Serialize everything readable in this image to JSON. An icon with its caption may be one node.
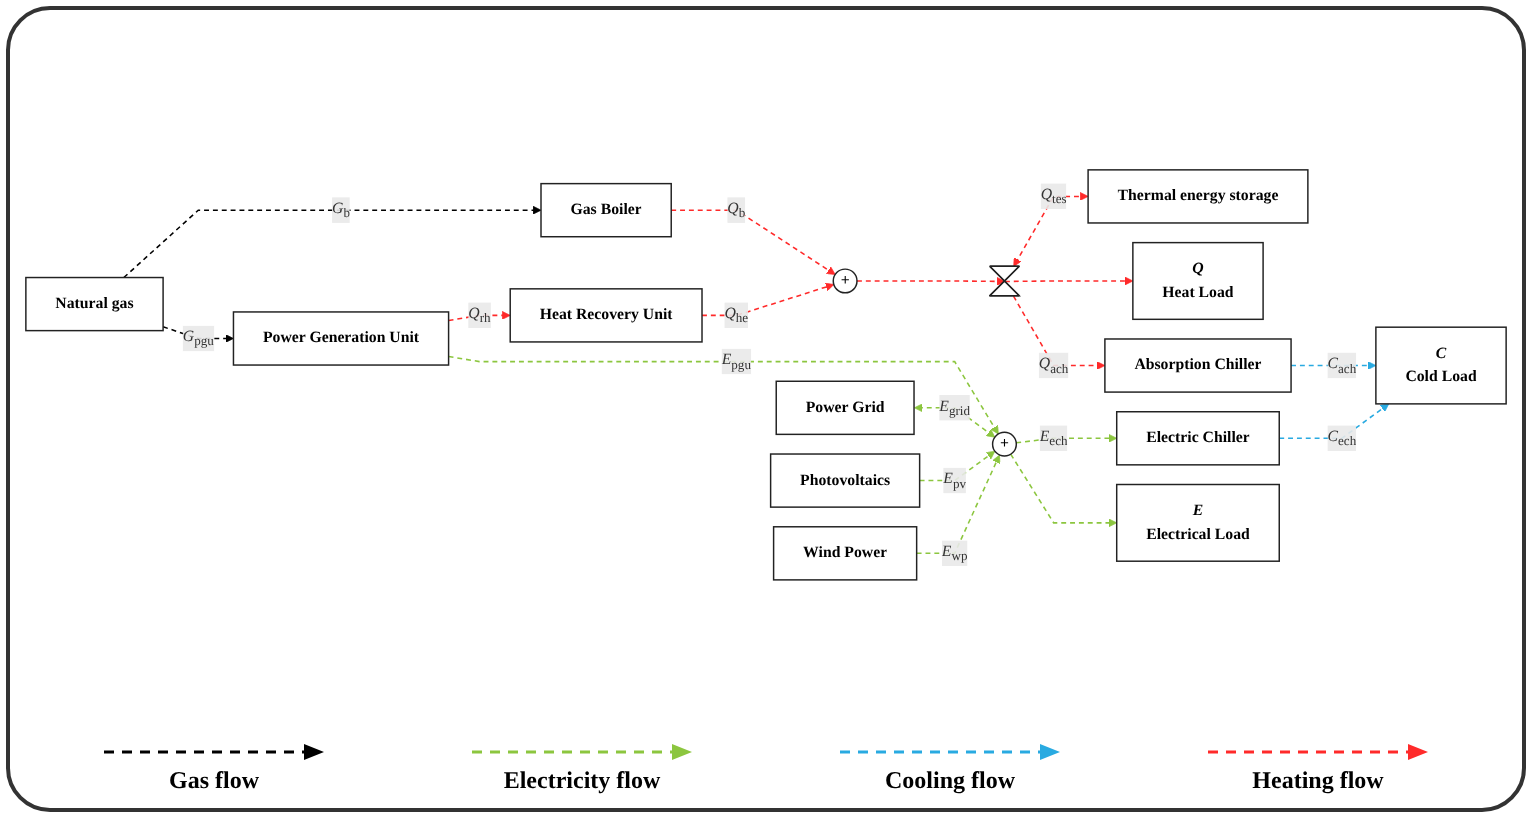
{
  "diagram": {
    "nodes": [
      {
        "text": [
          "Gas Boiler"
        ]
      },
      {
        "text": [
          "Heat Recovery Unit"
        ]
      },
      {
        "text": [
          "Thermal energy storage"
        ]
      },
      {
        "text": [
          "Natural gas"
        ]
      },
      {
        "text": [
          "Power Generation Unit"
        ]
      },
      {
        "text": [
          "+"
        ]
      },
      {
        "text": [],
        "shape": "valve"
      },
      {
        "text": [
          "Q",
          "Heat Load"
        ]
      },
      {
        "text": [
          "Absorption Chiller"
        ]
      },
      {
        "text": [
          "C",
          "Cold Load"
        ]
      },
      {
        "text": [
          "Electric Chiller"
        ]
      },
      {
        "text": [
          "Power Grid"
        ]
      },
      {
        "text": [
          "+"
        ]
      },
      {
        "text": [
          "E",
          "Electrical Load"
        ]
      },
      {
        "text": [
          "Photovoltaics"
        ]
      },
      {
        "text": [
          "Wind Power"
        ]
      }
    ],
    "edges": [
      {
        "from": 3,
        "to": 0,
        "arrow": "to",
        "label": "*G*$_{b}$",
        "style": "dashed",
        "color": "#000000"
      },
      {
        "from": 3,
        "to": 4,
        "arrow": "to",
        "label": "*G*$_{pgu}$",
        "style": "dashed",
        "color": "#000000"
      },
      {
        "from": 0,
        "to": 5,
        "arrow": "to",
        "label": "*Q*$_{b}$",
        "style": "dashed"
      },
      {
        "from": 4,
        "to": 1,
        "arrow": "to",
        "label": "*Q*$_{rh}$",
        "style": "dashed"
      },
      {
        "from": 1,
        "to": 5,
        "arrow": "to",
        "label": "*Q*$_{he}$",
        "style": "dashed"
      },
      {
        "from": 5,
        "to": 6,
        "arrow": "to",
        "style": "dashed"
      },
      {
        "from": 6,
        "to": 7,
        "arrow": "to",
        "style": "dashed"
      },
      {
        "from": 6,
        "to": 2,
        "arrow": "both",
        "label": "*Q*$_{tes}$",
        "style": "dashed"
      },
      {
        "from": 6,
        "to": 8,
        "arrow": "to",
        "label": "*Q*$_{ach}$",
        "style": "dashed"
      },
      {
        "from": 8,
        "to": 9,
        "arrow": "to",
        "label": "*C*$_{ach}$",
        "style": "dashed",
        "color": "#29aae1"
      },
      {
        "from": 10,
        "to": 9,
        "arrow": "to",
        "label": "*C*$_{ech}$",
        "style": "dashed",
        "color": "#29aae1"
      },
      {
        "from": 4,
        "to": 12,
        "arrow": "to",
        "label": "*E*$_{pgu}$",
        "style": "dashed",
        "color": "#8cc63f"
      },
      {
        "from": 11,
        "to": 12,
        "arrow": "both",
        "label": "*E*$_{grid}$",
        "style": "dashed",
        "color": "#8cc63f"
      },
      {
        "from": 14,
        "to": 12,
        "arrow": "to",
        "label": "*E*$_{pv}$",
        "style": "dashed",
        "color": "#8cc63f"
      },
      {
        "from": 15,
        "to": 12,
        "arrow": "to",
        "label": "*E*$_{wp}$",
        "style": "dashed",
        "color": "#8cc63f"
      },
      {
        "from": 12,
        "to": 10,
        "arrow": "to",
        "label": "*E*$_{ech}$",
        "style": "dashed",
        "color": "#8cc63f"
      },
      {
        "from": 12,
        "to": 13,
        "arrow": "to",
        "style": "dashed",
        "color": "#8cc63f"
      }
    ],
    "legend": [
      {
        "text": "Gas flow"
      },
      {
        "text": "Electricity flow"
      },
      {
        "text": "Cooling flow"
      },
      {
        "text": "Heating flow"
      }
    ]
  }
}
